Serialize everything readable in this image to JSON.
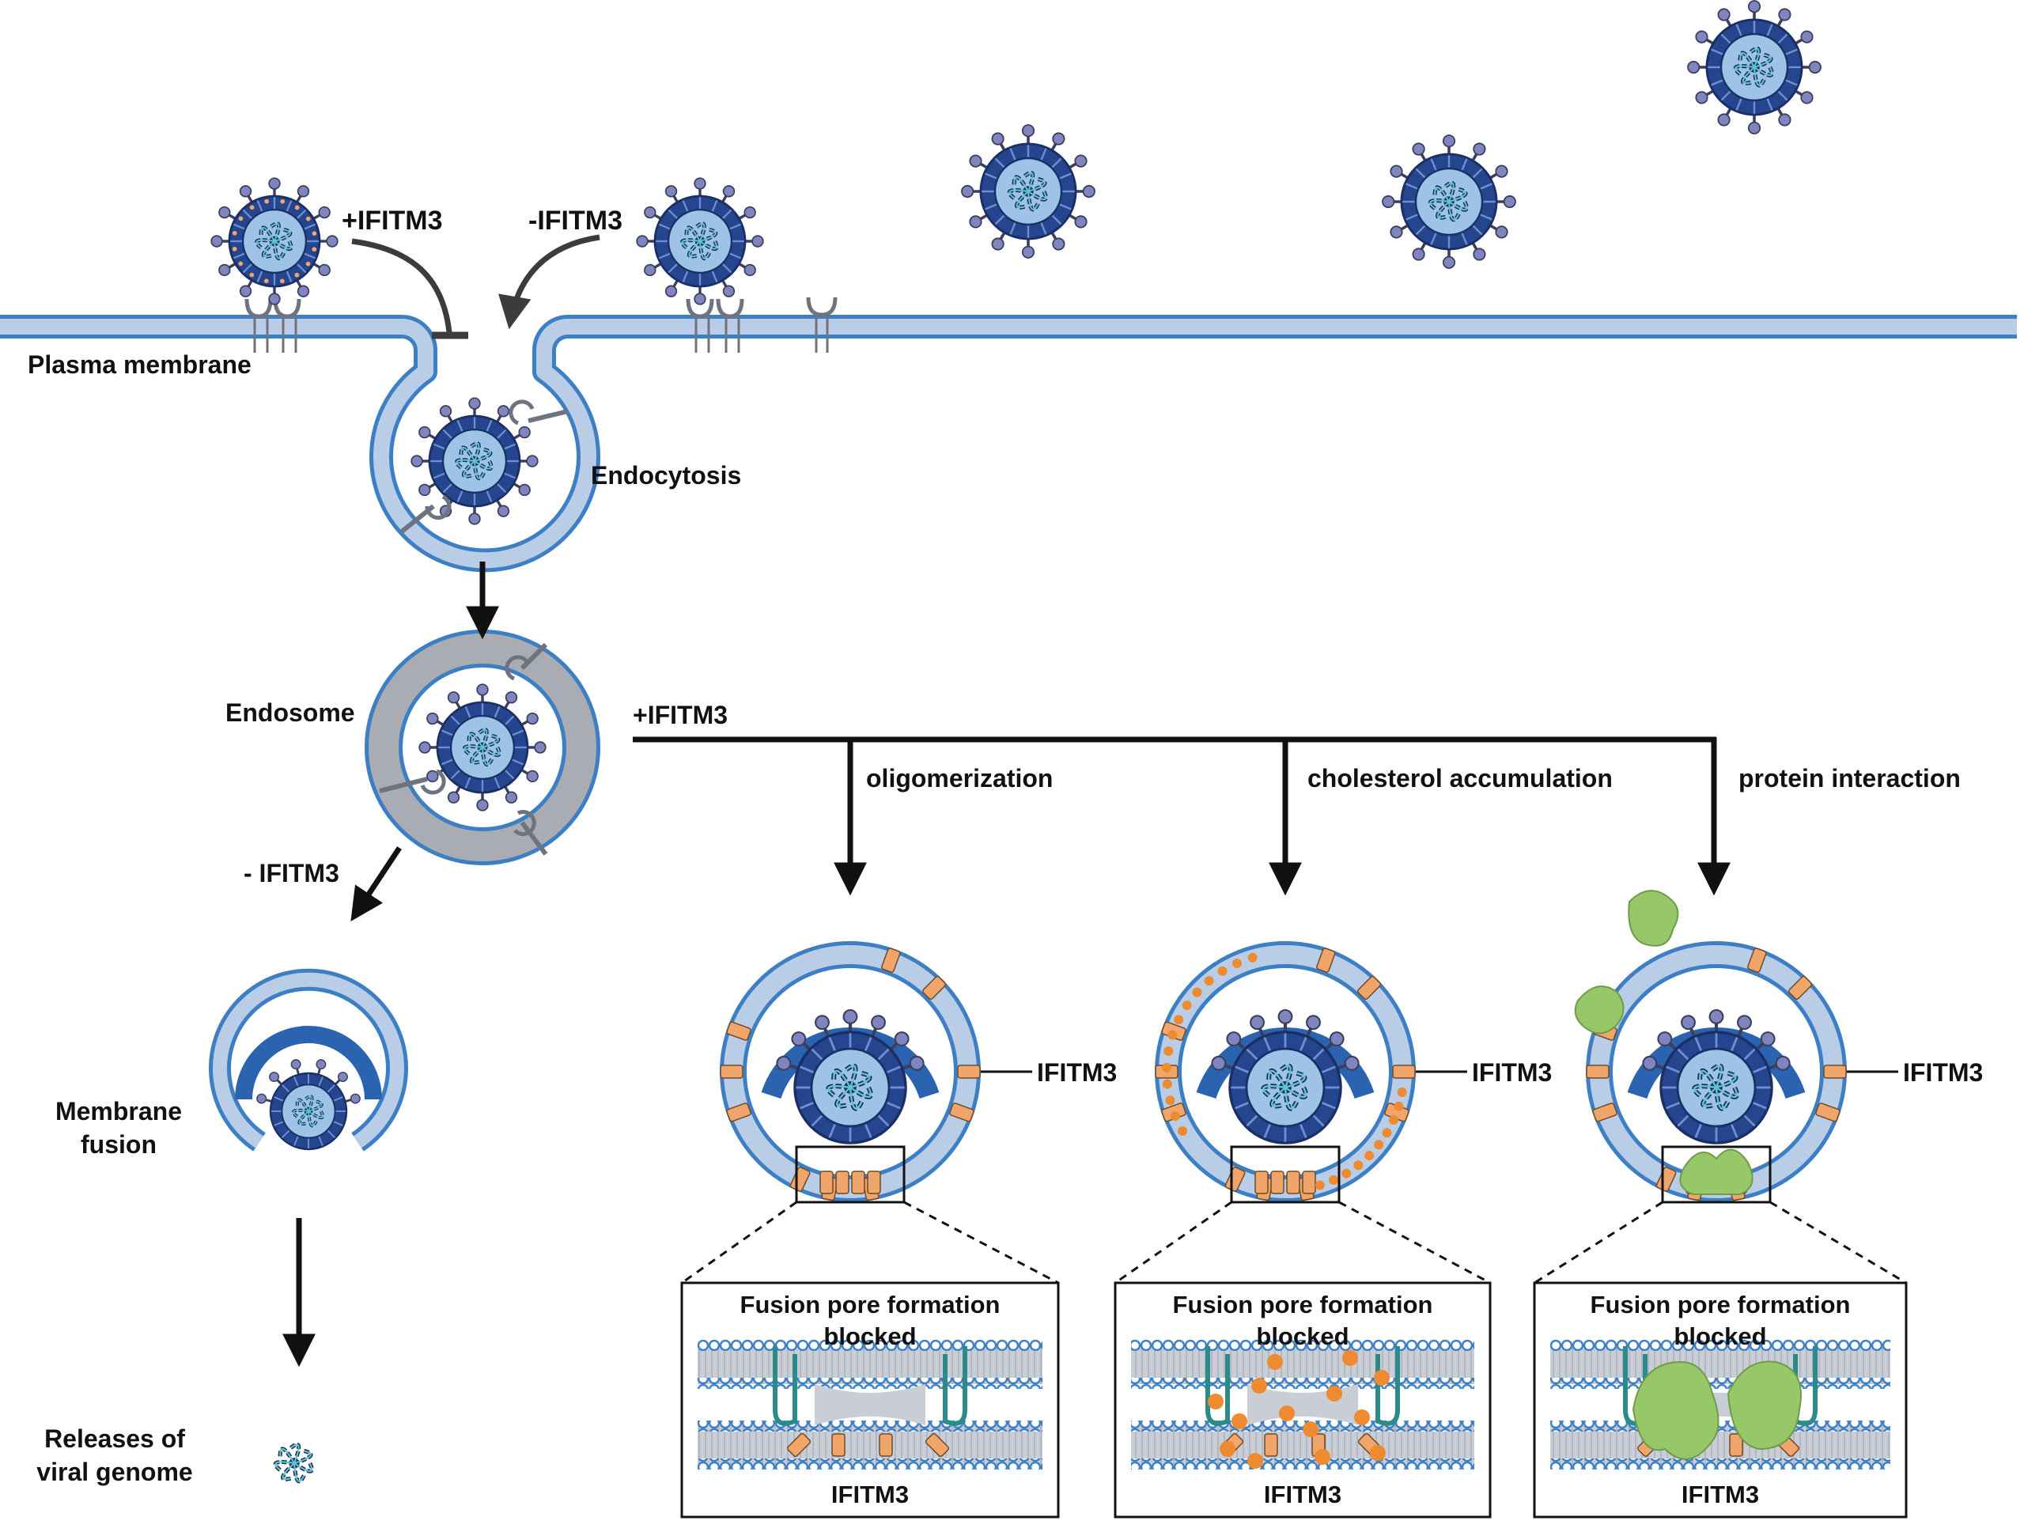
{
  "labels": {
    "plasma_membrane": "Plasma membrane",
    "plus_ifitm3_top": "+IFITM3",
    "minus_ifitm3_top": "-IFITM3",
    "endocytosis": "Endocytosis",
    "endosome": "Endosome",
    "minus_ifitm3": "- IFITM3",
    "membrane_fusion_line1": "Membrane",
    "membrane_fusion_line2": "fusion",
    "release_line1": "Releases of",
    "release_line2": "viral genome",
    "plus_ifitm3_branch": "+IFITM3"
  },
  "mechanisms": [
    {
      "label": "oligomerization",
      "ifitm3": "IFITM3",
      "box_title_line1": "Fusion pore formation",
      "box_title_line2": "blocked",
      "box_ifitm3": "IFITM3"
    },
    {
      "label": "cholesterol accumulation",
      "ifitm3": "IFITM3",
      "box_title_line1": "Fusion pore formation",
      "box_title_line2": "blocked",
      "box_ifitm3": "IFITM3"
    },
    {
      "label": "protein interaction",
      "ifitm3": "IFITM3",
      "box_title_line1": "Fusion pore formation",
      "box_title_line2": "blocked",
      "box_ifitm3": "IFITM3"
    }
  ],
  "colors": {
    "membrane_blue": "#3d7fc4",
    "membrane_fill": "#b9cde6",
    "endosome_gray": "#a9adb3",
    "virus_core": "#9fc3e6",
    "virus_capsid": "#25468f",
    "spike": "#7f85be",
    "ifitm3_orange": "#f0a56a",
    "cholesterol": "#ee8a2f",
    "protein_green": "#96c768"
  }
}
